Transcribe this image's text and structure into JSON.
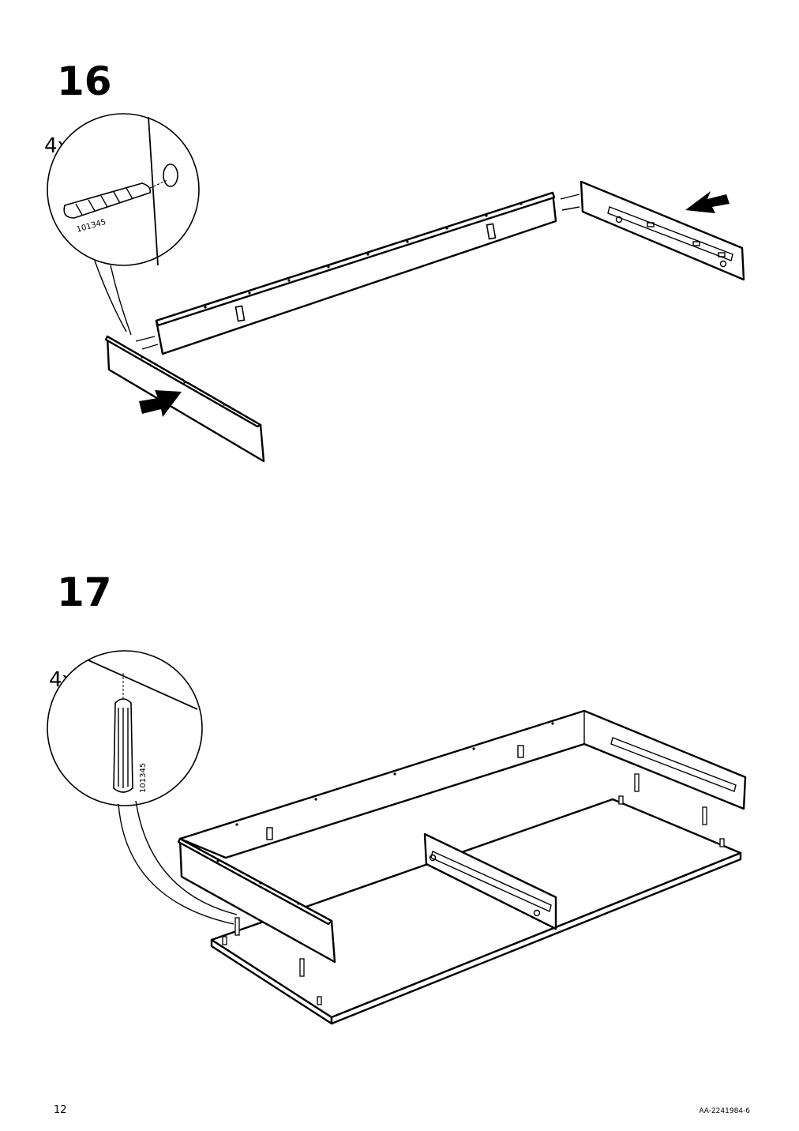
{
  "steps": [
    {
      "number": "16",
      "quantity": "4x",
      "part_code": "101345"
    },
    {
      "number": "17",
      "quantity": "4x",
      "part_code": "101345"
    }
  ],
  "footer": {
    "page_number": "12",
    "document_code": "AA-2241984-6"
  },
  "icons": [
    "dowel-icon",
    "push-arrow-icon"
  ]
}
